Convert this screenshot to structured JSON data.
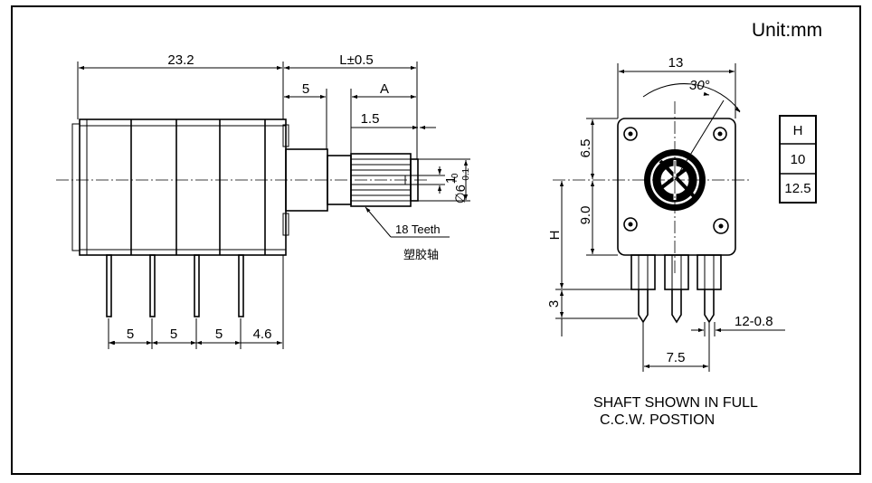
{
  "unit_label": "Unit:mm",
  "side_view": {
    "dims": {
      "body_length": "23.2",
      "shaft_length": "L±0.5",
      "bushing": "5",
      "knurl": "A",
      "tip": "1.5",
      "slot": "1",
      "shaft_diameter": "∅6",
      "tol_upper": "+0",
      "tol_lower": "-0.1",
      "pin_pitch_1": "5",
      "pin_pitch_2": "5",
      "pin_pitch_3": "5",
      "pin_offset": "4.6"
    },
    "teeth_label": "18 Teeth",
    "material_label": "塑胶轴"
  },
  "front_view": {
    "dims": {
      "width": "13",
      "angle": "30°",
      "upper_height": "6.5",
      "lower_height": "9.0",
      "h": "H",
      "pin_length": "3",
      "pin_pitch": "7.5",
      "pin_width": "12-0.8"
    },
    "note_line1": "SHAFT SHOWN IN FULL",
    "note_line2": "C.C.W. POSTION"
  },
  "h_table": {
    "header": "H",
    "values": [
      "10",
      "12.5"
    ]
  }
}
